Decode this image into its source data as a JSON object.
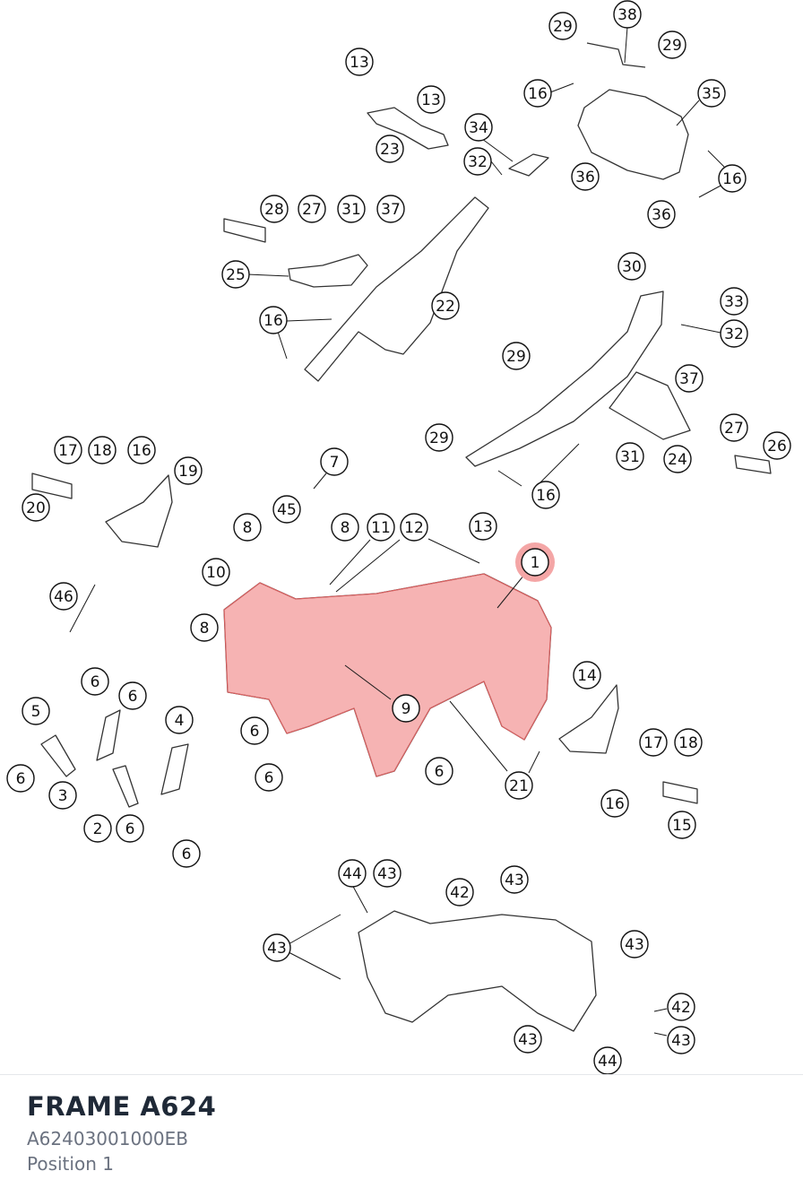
{
  "title": "FRAME A624",
  "part_number": "A62403001000EB",
  "position": "Position 1",
  "colors": {
    "highlight": "#f08080",
    "highlight_callout": "#f4a6a6",
    "text": "#1f2937",
    "muted": "#6b7280"
  },
  "highlighted_callout": "1",
  "callouts": [
    "38",
    "29",
    "29",
    "16",
    "35",
    "13",
    "13",
    "34",
    "23",
    "32",
    "36",
    "16",
    "36",
    "28",
    "27",
    "31",
    "37",
    "25",
    "22",
    "16",
    "30",
    "33",
    "32",
    "29",
    "37",
    "29",
    "27",
    "26",
    "24",
    "31",
    "16",
    "17",
    "18",
    "16",
    "19",
    "20",
    "7",
    "45",
    "8",
    "8",
    "11",
    "12",
    "13",
    "1",
    "10",
    "46",
    "8",
    "9",
    "6",
    "14",
    "21",
    "6",
    "17",
    "18",
    "16",
    "15",
    "6",
    "5",
    "6",
    "4",
    "6",
    "3",
    "6",
    "2",
    "6",
    "6",
    "44",
    "43",
    "43",
    "42",
    "43",
    "43",
    "42",
    "43",
    "43",
    "44"
  ]
}
